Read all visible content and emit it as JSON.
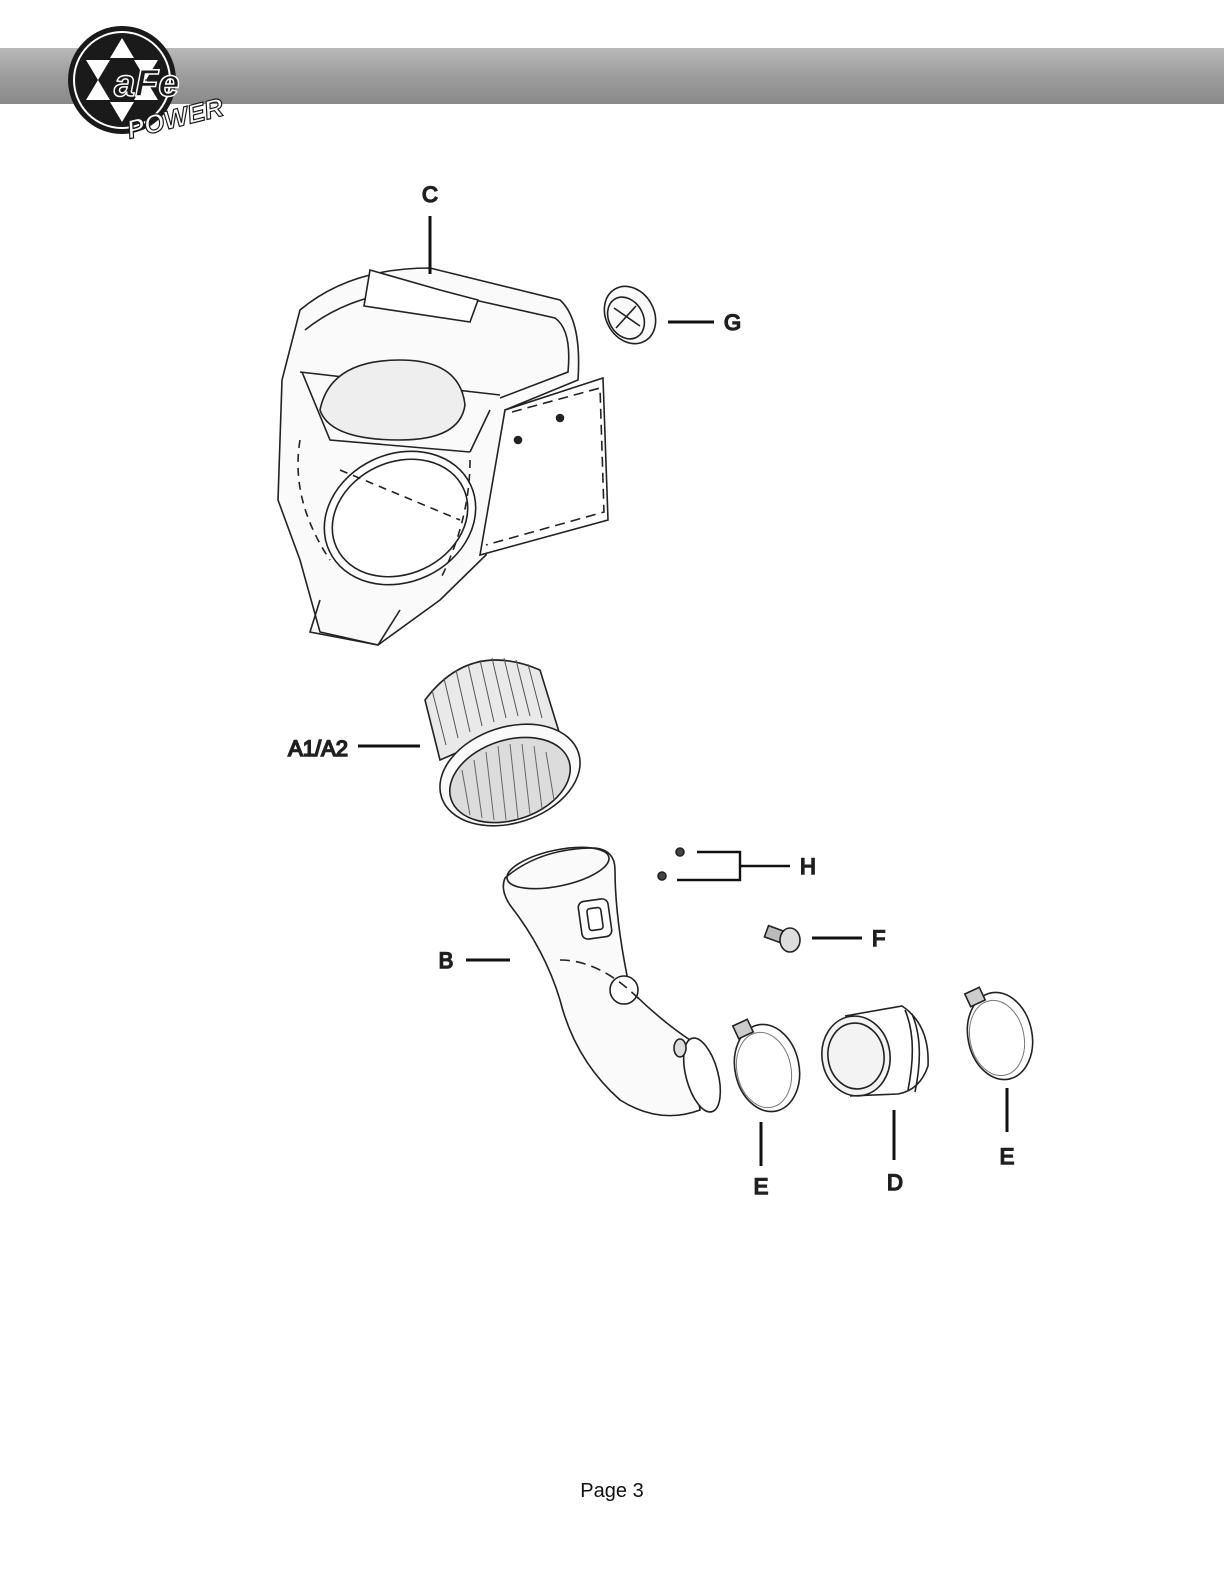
{
  "header": {
    "logo_icon": "afe-power-logo",
    "logo_text_top": "aFe",
    "logo_text_bottom": "POWER",
    "bar_color": "#a0a0a0"
  },
  "callouts": {
    "c": "C",
    "g": "G",
    "a": "A1/A2",
    "h": "H",
    "f": "F",
    "b": "B",
    "e_left": "E",
    "d": "D",
    "e_right": "E"
  },
  "footer": {
    "page_label": "Page 3"
  }
}
